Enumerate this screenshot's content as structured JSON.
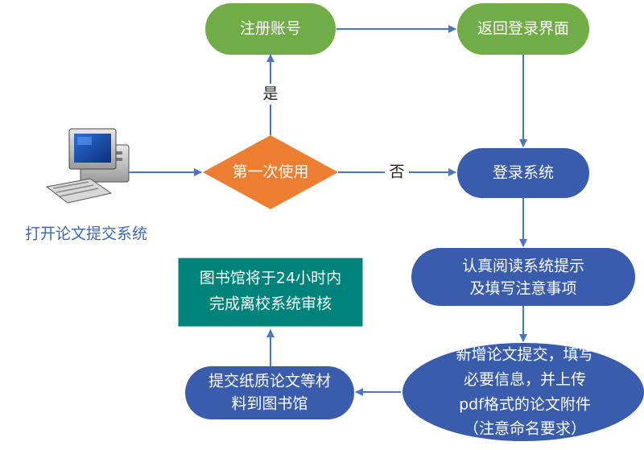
{
  "diagram": {
    "start": {
      "label": "打开论文提交系统",
      "icon": "desktop-computer-icon"
    },
    "nodes": {
      "first_use": {
        "label": "第一次使用"
      },
      "register": {
        "label": "注册账号"
      },
      "back_login": {
        "label": "返回登录界面"
      },
      "login": {
        "label": "登录系统"
      },
      "read_notes": {
        "lines": [
          "认真阅读系统提示",
          "及填写注意事项"
        ]
      },
      "new_submission": {
        "lines": [
          "新增论文提交，填写",
          "必要信息，并上传",
          "pdf格式的论文附件",
          "（注意命名要求）"
        ]
      },
      "paper_copy": {
        "lines": [
          "提交纸质论文等材",
          "料到图书馆"
        ]
      },
      "library_review": {
        "lines": [
          "图书馆将于24小时内",
          "完成离校系统审核"
        ]
      }
    },
    "edge_labels": {
      "yes": "是",
      "no": "否"
    },
    "colors": {
      "green": "#70ad47",
      "orange": "#ed7d31",
      "blue": "#3a5cac",
      "teal": "#00837a",
      "arrow": "#4a75c4"
    }
  }
}
